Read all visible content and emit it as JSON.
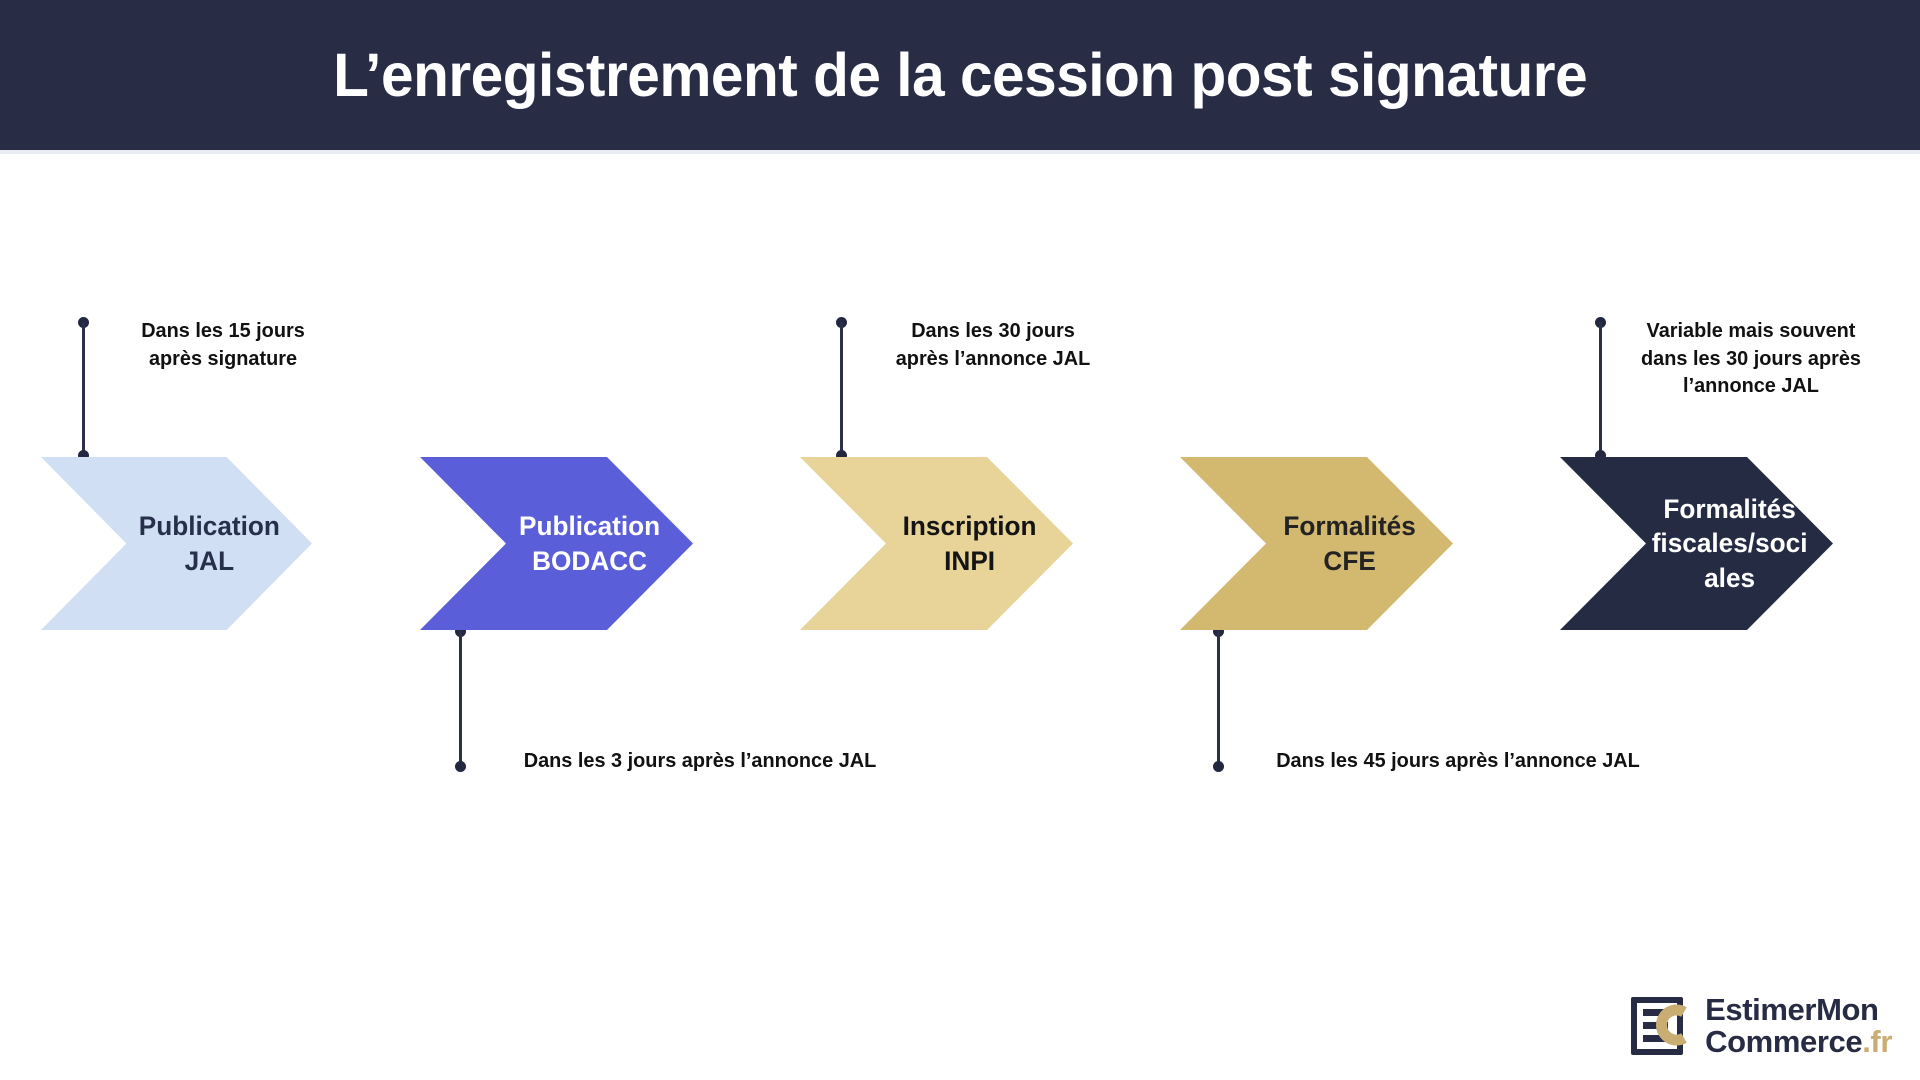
{
  "header": {
    "title": "L’enregistrement de la cession post signature",
    "background_color": "#282c45",
    "text_color": "#ffffff"
  },
  "flow": {
    "steps": [
      {
        "id": "publication-jal",
        "label": "Publication\nJAL",
        "label_line1": "Publication",
        "label_line2": "JAL",
        "fill_color": "#d1dff5",
        "text_color": "#27304b",
        "annotation": "Dans les 15 jours après signature",
        "annotation_position": "top"
      },
      {
        "id": "publication-bodacc",
        "label": "Publication\nBODACC",
        "label_line1": "Publication",
        "label_line2": "BODACC",
        "fill_color": "#5a5ed8",
        "text_color": "#ffffff",
        "annotation": "Dans les 3 jours après l’annonce JAL",
        "annotation_position": "bottom"
      },
      {
        "id": "inscription-inpi",
        "label": "Inscription\nINPI",
        "label_line1": "Inscription",
        "label_line2": "INPI",
        "fill_color": "#e8d398",
        "text_color": "#141414",
        "annotation": "Dans les 30 jours après l’annonce JAL",
        "annotation_position": "top"
      },
      {
        "id": "formalites-cfe",
        "label": "Formalités\nCFE",
        "label_line1": "Formalités",
        "label_line2": "CFE",
        "fill_color": "#d3b96f",
        "text_color": "#232323",
        "annotation": "Dans les 45 jours après l’annonce JAL",
        "annotation_position": "bottom"
      },
      {
        "id": "formalites-fiscales-sociales",
        "label": "Formalités fiscales/sociales",
        "label_line1": "Formalités",
        "label_line2": "fiscales/soci",
        "label_line3": "ales",
        "fill_color": "#262b44",
        "text_color": "#ffffff",
        "annotation": "Variable mais souvent dans les 30 jours après l’annonce JAL",
        "annotation_position": "top"
      }
    ]
  },
  "annotations": [
    {
      "id": "annot-1",
      "lines": [
        "Dans les 15 jours",
        "après signature"
      ]
    },
    {
      "id": "annot-2",
      "lines": [
        "Dans les 3 jours après l’annonce JAL"
      ]
    },
    {
      "id": "annot-3",
      "lines": [
        "Dans les 30 jours",
        "après l’annonce JAL"
      ]
    },
    {
      "id": "annot-4",
      "lines": [
        "Dans les 45 jours après l’annonce JAL"
      ]
    },
    {
      "id": "annot-5",
      "lines": [
        "Variable mais souvent",
        "dans les 30 jours après",
        "l’annonce JAL"
      ]
    }
  ],
  "logo": {
    "mark_icon": "document-euro-c-icon",
    "line1": "EstimerMon",
    "line2_main": "Commerce",
    "line2_tld": ".fr",
    "navy": "#272b44",
    "gold": "#c9ad72"
  },
  "colors": {
    "navy": "#282c45",
    "light_blue": "#d1dff5",
    "indigo": "#5a5ed8",
    "light_gold": "#e8d398",
    "gold": "#d3b96f",
    "dark_navy": "#262b44",
    "connector": "#2b2f49",
    "background": "#ffffff"
  }
}
